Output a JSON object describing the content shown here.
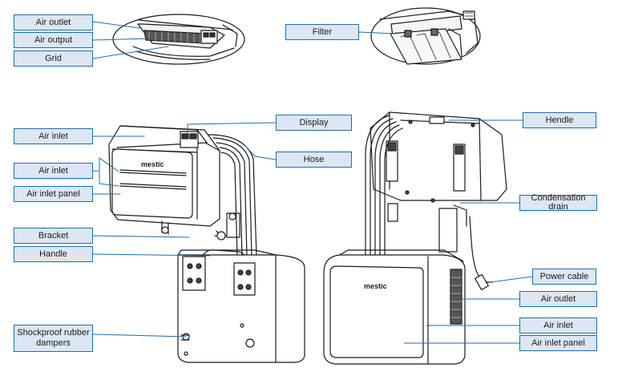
{
  "labels": {
    "air_outlet_top": "Air outlet",
    "air_output": "Air output",
    "grid": "Grid",
    "filter": "Filter",
    "display": "Display",
    "hendle": "Hendle",
    "air_inlet_1": "Air inlet",
    "hose": "Hose",
    "air_inlet_2": "Air inlet",
    "air_inlet_panel_left": "Air inlet panel",
    "condensation_drain": "Condensation drain",
    "bracket": "Bracket",
    "handle": "Handle",
    "power_cable": "Power cable",
    "air_outlet_right": "Air outlet",
    "air_inlet_right": "Air inlet",
    "shockproof_line1": "Shockproof rubber",
    "shockproof_line2": "dampers",
    "air_inlet_panel_right": "Air inlet panel"
  },
  "brand": {
    "left_unit": "mestic",
    "right_unit": "mestic"
  },
  "colors": {
    "label_fill": "#dde6f3",
    "label_border": "#1a6fb0",
    "leader_line": "#1a6fb0",
    "drawing": "#1b1b1b"
  }
}
